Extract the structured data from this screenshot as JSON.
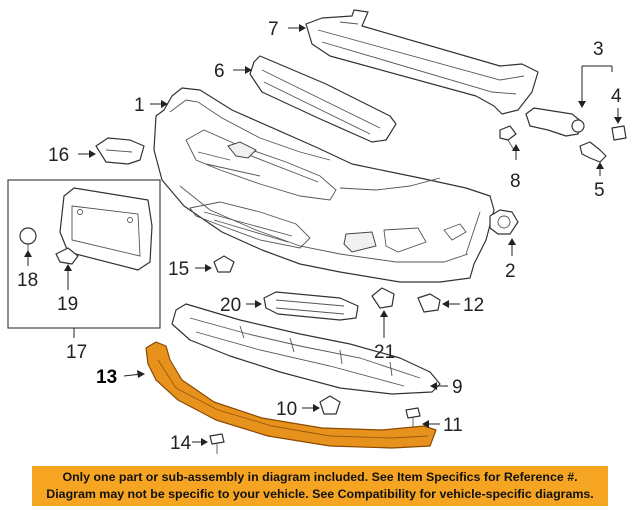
{
  "diagram": {
    "callouts": [
      {
        "id": "c1",
        "label": "1"
      },
      {
        "id": "c2",
        "label": "2"
      },
      {
        "id": "c3",
        "label": "3"
      },
      {
        "id": "c4",
        "label": "4"
      },
      {
        "id": "c5",
        "label": "5"
      },
      {
        "id": "c6",
        "label": "6"
      },
      {
        "id": "c7",
        "label": "7"
      },
      {
        "id": "c8",
        "label": "8"
      },
      {
        "id": "c9",
        "label": "9"
      },
      {
        "id": "c10",
        "label": "10"
      },
      {
        "id": "c11",
        "label": "11"
      },
      {
        "id": "c12",
        "label": "12"
      },
      {
        "id": "c13",
        "label": "13"
      },
      {
        "id": "c14",
        "label": "14"
      },
      {
        "id": "c15",
        "label": "15"
      },
      {
        "id": "c16",
        "label": "16"
      },
      {
        "id": "c17",
        "label": "17"
      },
      {
        "id": "c18",
        "label": "18"
      },
      {
        "id": "c19",
        "label": "19"
      },
      {
        "id": "c20",
        "label": "20"
      },
      {
        "id": "c21",
        "label": "21"
      }
    ],
    "highlight_part": "13",
    "highlight_color": "#e8921e"
  },
  "disclaimer": {
    "line1": "Only one part or sub-assembly in diagram included. See Item Specifics for Reference #.",
    "line2": "Diagram may not be specific to your vehicle. See Compatibility for vehicle-specific diagrams.",
    "background_color": "#f6a523"
  }
}
